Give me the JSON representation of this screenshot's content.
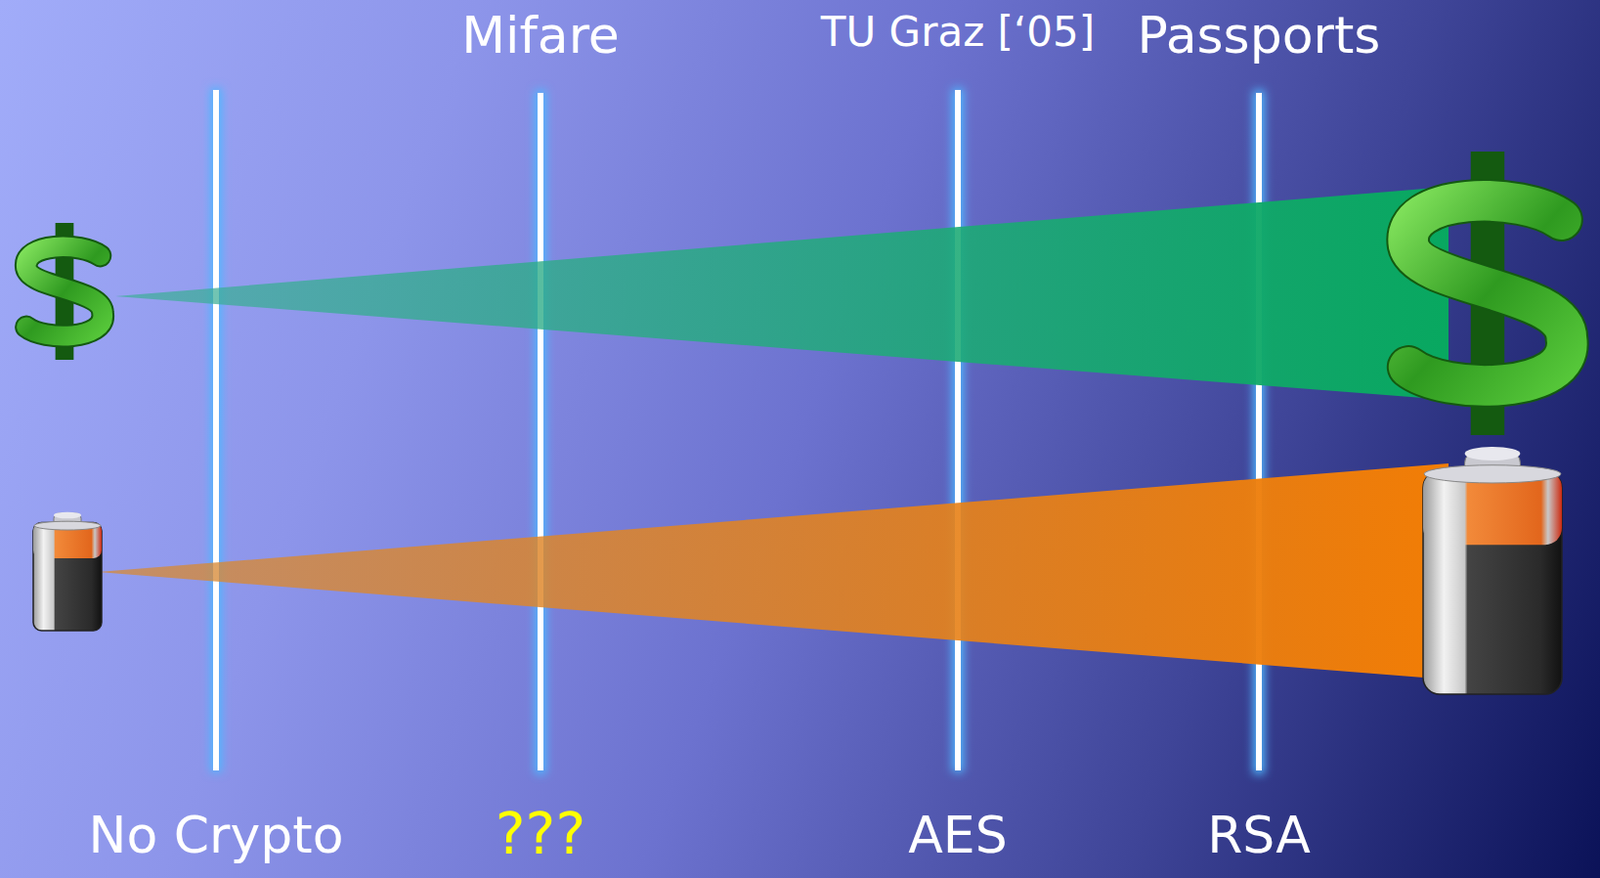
{
  "diagram": {
    "labels": [
      "Mifare",
      "TU Graz [‘05]",
      "Passports",
      "No Crypto",
      "???",
      "AES",
      "RSA"
    ]
  }
}
